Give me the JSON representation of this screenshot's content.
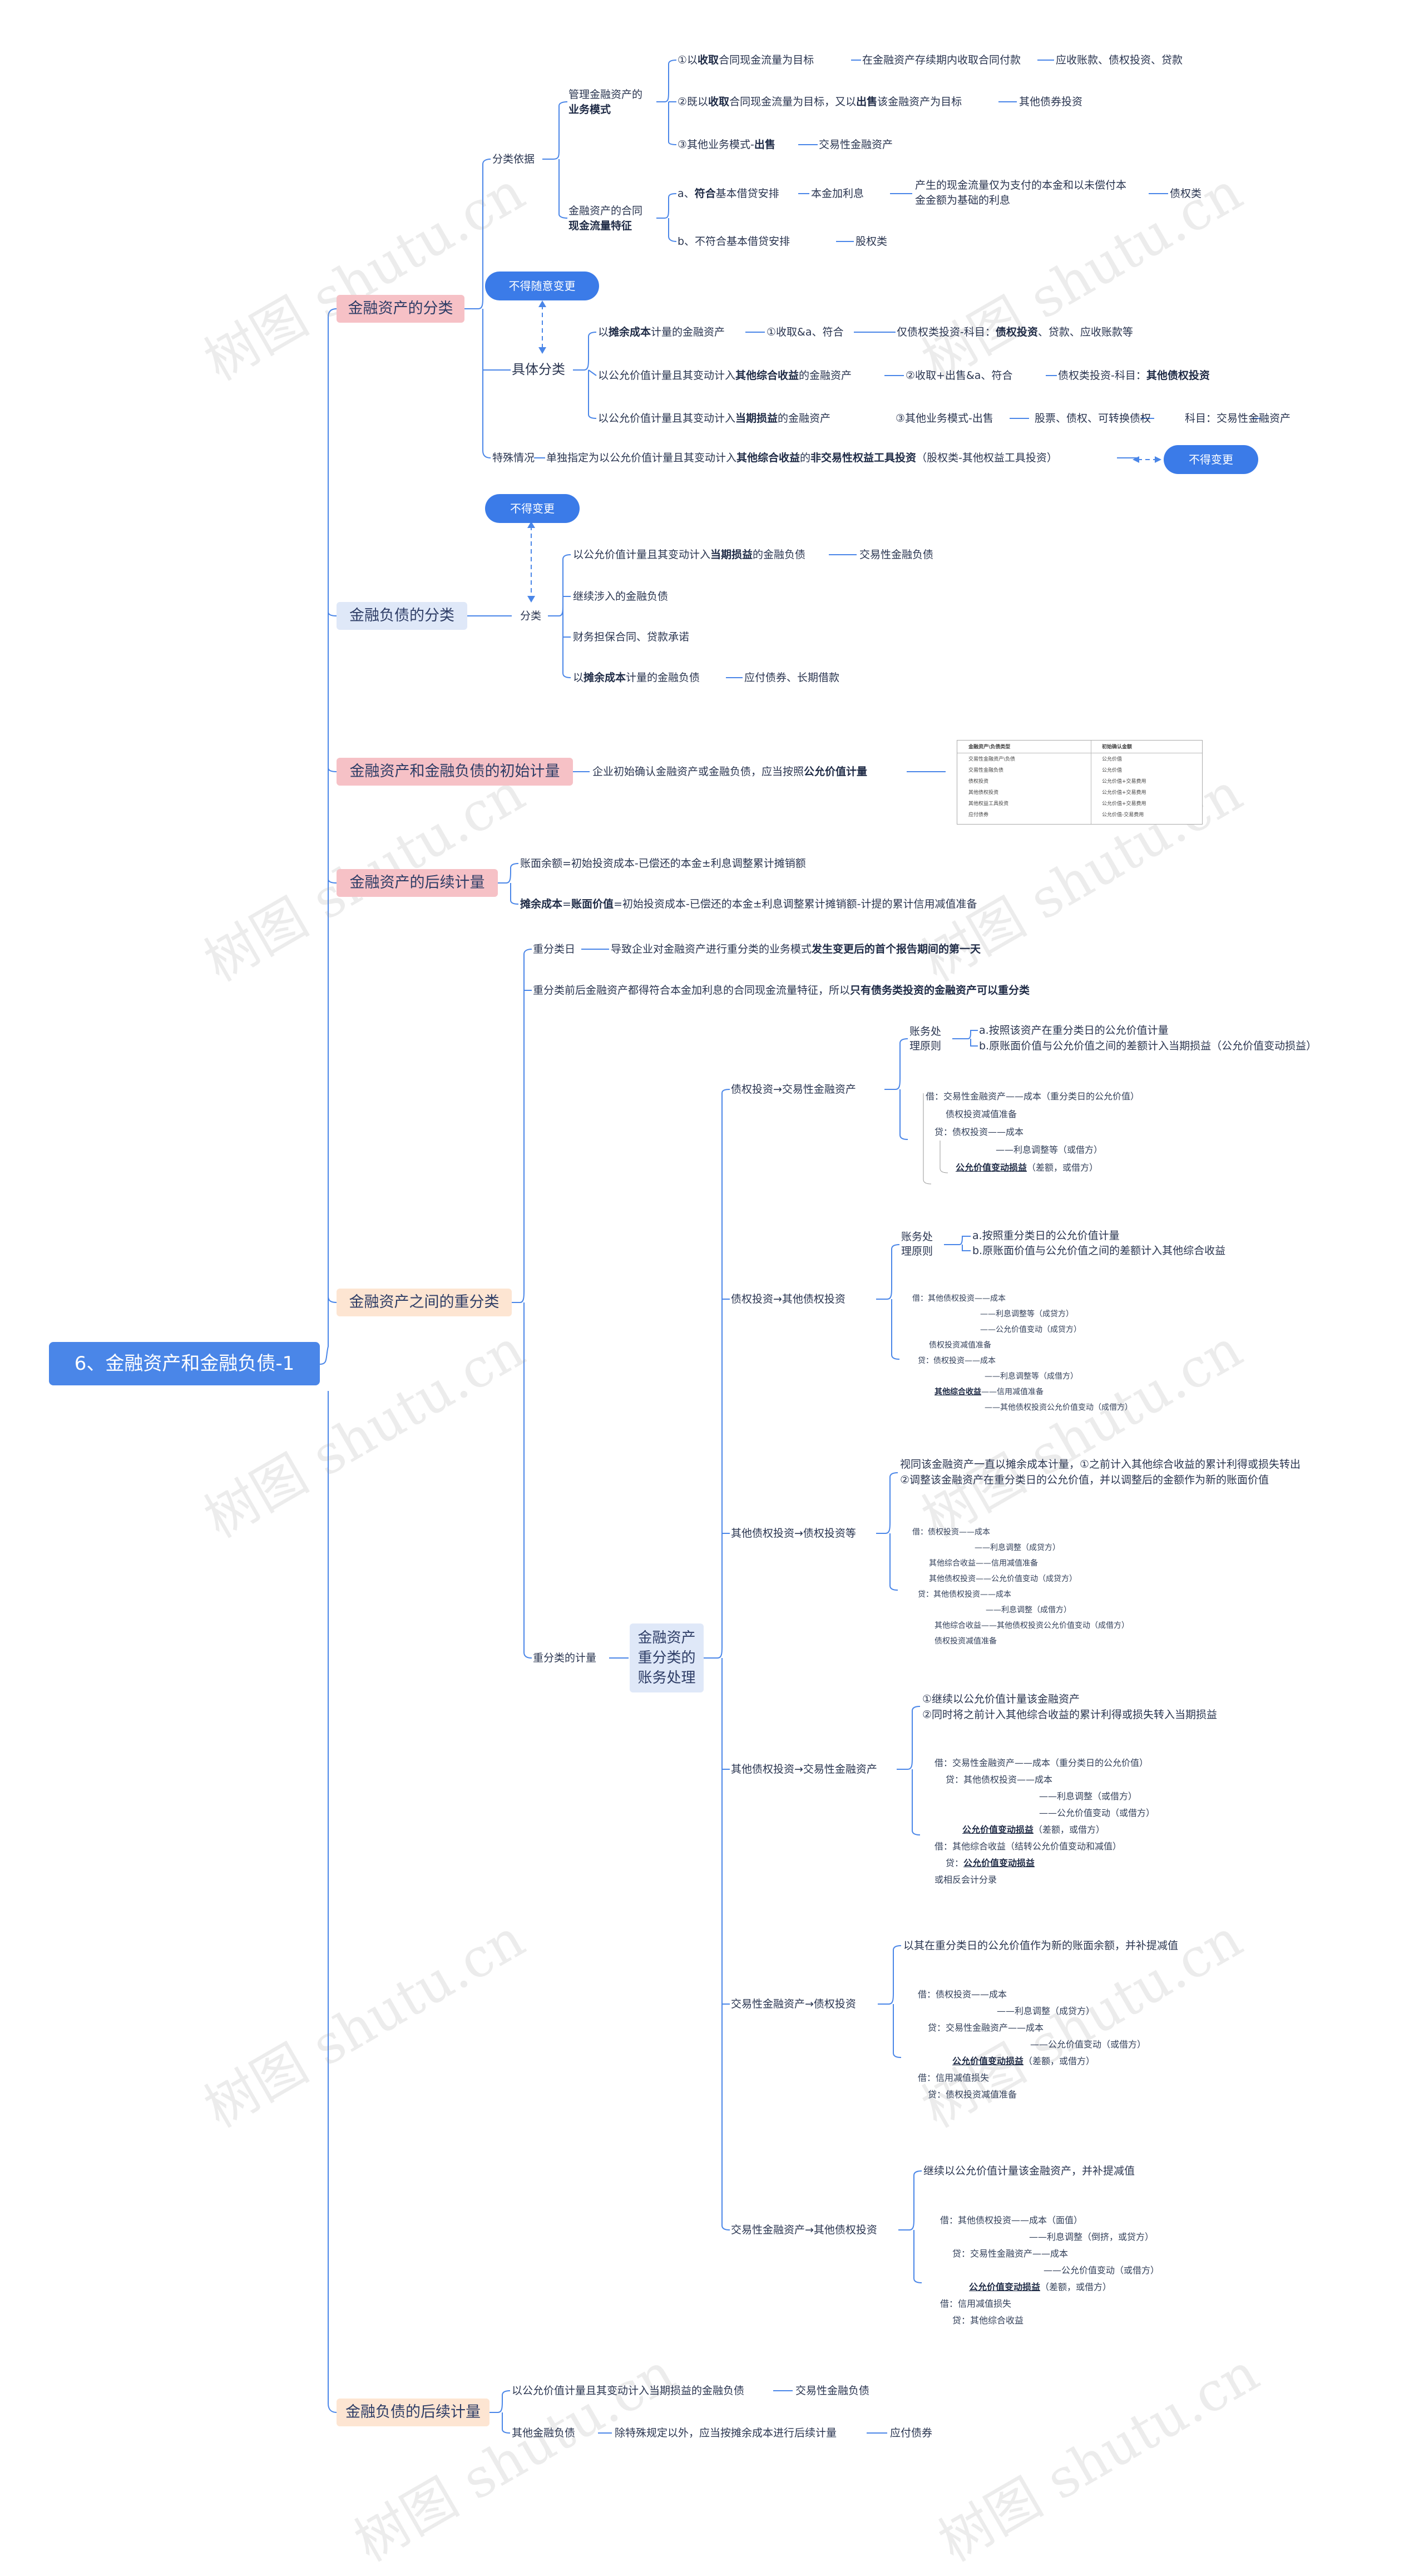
{
  "root": "6、金融资产和金融负债-1",
  "branches": {
    "b1": "金融资产的分类",
    "b2": "金融负债的分类",
    "b3": "金融资产和金融负债的初始计量",
    "b4": "金融资产的后续计量",
    "b5": "金融资产之间的重分类",
    "b6": "金融负债的后续计量"
  },
  "b1": {
    "basis": "分类依据",
    "model": "管理金融资产的",
    "model_b": "业务模式",
    "m1_pre": "①以",
    "m1_b": "收取",
    "m1_post": "合同现金流量为目标",
    "m1_desc": "在金融资产存续期内收取合同付款",
    "m1_res": "应收账款、债权投资、贷款",
    "m2_pre": "②既以",
    "m2_b1": "收取",
    "m2_mid": "合同现金流量为目标，又以",
    "m2_b2": "出售",
    "m2_post": "该金融资产为目标",
    "m2_res": "其他债券投资",
    "m3_pre": "③其他业务模式-",
    "m3_b": "出售",
    "m3_res": "交易性金融资产",
    "cash": "金融资产的合同",
    "cash_b": "现金流量特征",
    "ca_pre": "a、",
    "ca_b": "符合",
    "ca_post": "基本借贷安排",
    "ca_mid": "本金加利息",
    "ca_desc1": "产生的现金流量仅为支付的本金和以未偿付本",
    "ca_desc2": "金金额为基础的利息",
    "ca_res": "债权类",
    "cb": "b、不符合基本借贷安排",
    "cb_res": "股权类",
    "no_change": "不得随意变更",
    "specific": "具体分类",
    "s1_pre": "以",
    "s1_b": "摊余成本",
    "s1_post": "计量的金融资产",
    "s1_mid": "①收取&a、符合",
    "s1_res_pre": "仅债权类投资-科目：",
    "s1_res_b": "债权投资",
    "s1_res_post": "、贷款、应收账款等",
    "s2_pre": "以公允价值计量且其变动计入",
    "s2_b": "其他综合收益",
    "s2_post": "的金融资产",
    "s2_mid": "②收取+出售&a、符合",
    "s2_res_pre": "债权类投资-科目：",
    "s2_res_b": "其他债权投资",
    "s3_pre": "以公允价值计量且其变动计入",
    "s3_b": "当期损益",
    "s3_post": "的金融资产",
    "s3_mid": "③其他业务模式-出售",
    "s3_res": "股票、债权、可转换债权",
    "s3_res2": "科目：交易性金融资产",
    "special": "特殊情况",
    "sp_pre": "单独指定为以公允价值计量且其变动计入",
    "sp_b1": "其他综合收益",
    "sp_mid": "的",
    "sp_b2": "非交易性权益工具投资",
    "sp_post": "（股权类-其他权益工具投资）",
    "no_change2": "不得变更"
  },
  "b2": {
    "no_change": "不得变更",
    "classify": "分类",
    "l1_pre": "以公允价值计量且其变动计入",
    "l1_b": "当期损益",
    "l1_post": "的金融负债",
    "l1_res": "交易性金融负债",
    "l2": "继续涉入的金融负债",
    "l3": "财务担保合同、贷款承诺",
    "l4_pre": "以",
    "l4_b": "摊余成本",
    "l4_post": "计量的金融负债",
    "l4_res": "应付债券、长期借款"
  },
  "b3": {
    "text_pre": "企业初始确认金融资产或金融负债，应当按照",
    "text_b": "公允价值计量",
    "table_h1": "金融资产\\负债类型",
    "table_h2": "初始确认金额",
    "table_rows": [
      [
        "交易性金融资产\\负债",
        "公允价值"
      ],
      [
        "交易性金融负债",
        "公允价值"
      ],
      [
        "债权投资",
        "公允价值+交易费用"
      ],
      [
        "其他债权投资",
        "公允价值+交易费用"
      ],
      [
        "其他权益工具投资",
        "公允价值+交易费用"
      ],
      [
        "应付债券",
        "公允价值-交易费用"
      ]
    ]
  },
  "b4": {
    "l1": "账面余额=初始投资成本-已偿还的本金±利息调整累计摊销额",
    "l2_b1": "摊余成本",
    "l2_mid": "=",
    "l2_b2": "账面价值",
    "l2_post": "=初始投资成本-已偿还的本金±利息调整累计摊销额-计提的累计信用减值准备"
  },
  "b5": {
    "day": "重分类日",
    "day_pre": "导致企业对金融资产进行重分类的业务模式",
    "day_b": "发生变更后的首个报告期间的第一天",
    "note_pre": "重分类前后金融资产都得符合本金加利息的合同现金流量特征，所以",
    "note_b": "只有债务类投资的金融资产可以重分类",
    "measure": "重分类的计量",
    "acct": "金融资产\n重分类的\n账务处理",
    "c1": "债权投资→交易性金融资产",
    "c1_rule": "账务处",
    "c1_rule2": "理原则",
    "c1_a": "a.按照该资产在重分类日的公允价值计量",
    "c1_b": "b.原账面价值与公允价值之间的差额计入当期损益（公允价值变动损益）",
    "c1_j1": "借：交易性金融资产——成本（重分类日的公允价值）",
    "c1_j2": "债权投资减值准备",
    "c1_j3": "贷：债权投资——成本",
    "c1_j4": "——利息调整等（或借方）",
    "c1_j5": "公允价值变动损益",
    "c1_j5b": "（差额，或借方）",
    "c2": "债权投资→其他债权投资",
    "c2_rule": "账务处",
    "c2_rule2": "理原则",
    "c2_a": "a.按照重分类日的公允价值计量",
    "c2_b": "b.原账面价值与公允价值之间的差额计入其他综合收益",
    "c2_j1": "借：其他债权投资——成本",
    "c2_j2": "——利息调整等（成贷方）",
    "c2_j3": "——公允价值变动（成贷方）",
    "c2_j4": "债权投资减值准备",
    "c2_j5": "贷：债权投资——成本",
    "c2_j6": "——利息调整等（成借方）",
    "c2_j7": "其他综合收益",
    "c2_j7b": "——信用减值准备",
    "c2_j8": "——其他债权投资公允价值变动（成借方）",
    "c3": "其他债权投资→债权投资等",
    "c3_a": "视同该金融资产一直以摊余成本计量，①之前计入其他综合收益的累计利得或损失转出",
    "c3_b": "②调整该金融资产在重分类日的公允价值，并以调整后的金额作为新的账面价值",
    "c3_j1": "借：债权投资——成本",
    "c3_j2": "——利息调整（成贷方）",
    "c3_j3": "其他综合收益——信用减值准备",
    "c3_j4": "其他债权投资——公允价值变动（成贷方）",
    "c3_j5": "贷：其他债权投资——成本",
    "c3_j6": "——利息调整（成借方）",
    "c3_j7": "其他综合收益——其他债权投资公允价值变动（成借方）",
    "c3_j8": "债权投资减值准备",
    "c4": "其他债权投资→交易性金融资产",
    "c4_a": "①继续以公允价值计量该金融资产",
    "c4_b": "②同时将之前计入其他综合收益的累计利得或损失转入当期损益",
    "c4_j1": "借：交易性金融资产——成本（重分类日的公允价值）",
    "c4_j2": "贷：其他债权投资——成本",
    "c4_j3": "——利息调整（或借方）",
    "c4_j4": "——公允价值变动（或借方）",
    "c4_j5": "公允价值变动损益",
    "c4_j5b": "（差额，或借方）",
    "c4_j6": "借：其他综合收益（结转公允价值变动和减值）",
    "c4_j7": "贷：",
    "c4_j7b": "公允价值变动损益",
    "c4_j8": "或相反会计分录",
    "c5": "交易性金融资产→债权投资",
    "c5_a": "以其在重分类日的公允价值作为新的账面余额，并补提减值",
    "c5_j1": "借：债权投资——成本",
    "c5_j2": "——利息调整（成贷方）",
    "c5_j3": "贷：交易性金融资产——成本",
    "c5_j4": "——公允价值变动（或借方）",
    "c5_j5": "公允价值变动损益",
    "c5_j5b": "（差额，或借方）",
    "c5_j6": "借：信用减值损失",
    "c5_j7": "贷：债权投资减值准备",
    "c6": "交易性金融资产→其他债权投资",
    "c6_a": "继续以公允价值计量该金融资产，并补提减值",
    "c6_j1": "借：其他债权投资——成本（面值）",
    "c6_j2": "——利息调整（倒挤，或贷方）",
    "c6_j3": "贷：交易性金融资产——成本",
    "c6_j4": "——公允价值变动（或借方）",
    "c6_j5": "公允价值变动损益",
    "c6_j5b": "（差额，或借方）",
    "c6_j6": "借：信用减值损失",
    "c6_j7": "贷：其他综合收益"
  },
  "b6": {
    "l1": "以公允价值计量且其变动计入当期损益的金融负债",
    "l1_res": "交易性金融负债",
    "l2": "其他金融负债",
    "l2_mid": "除特殊规定以外，应当按摊余成本进行后续计量",
    "l2_res": "应付债券"
  },
  "watermark": "树图 shutu.cn",
  "colors": {
    "line": "#4a86e8",
    "root": "#4a86e8",
    "pink": "#f6c1c6",
    "peach": "#fde5d2",
    "blue": "#dfe8f8"
  }
}
